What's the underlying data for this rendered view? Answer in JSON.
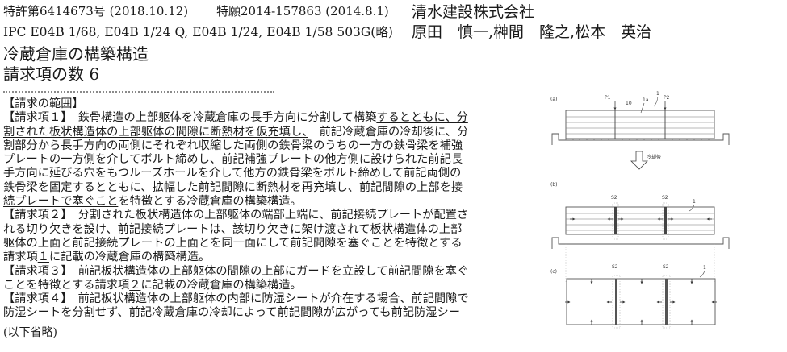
{
  "header": {
    "patent_number": "特許第6414673号 (2018.10.12)",
    "application_number": "特願2014-157863 (2014.8.1)",
    "assignee": "清水建設株式会社",
    "ipc": "IPC E04B 1/68, E04B 1/24 Q, E04B 1/24, E04B 1/58 503G(略)",
    "inventors": "原田　慎一,榊間　隆之,松本　英治",
    "title": "冷蔵倉庫の構築構造",
    "claim_count": "請求項の数 6"
  },
  "claims": {
    "section_heading": "【請求の範囲】",
    "lines": [
      {
        "segments": [
          {
            "text": "【請求項１】　鉄骨構造の上部躯体を冷蔵倉庫の長手方向に分割して構築",
            "u": false
          },
          {
            "text": "するとともに、分",
            "u": true
          }
        ]
      },
      {
        "segments": [
          {
            "text": "割された板状構造体の上部躯体の間隙に断熱材を仮充填し、",
            "u": true
          },
          {
            "text": "　前記冷蔵倉庫の冷却後に、分",
            "u": false
          }
        ]
      },
      {
        "segments": [
          {
            "text": "割部分から長手方向の両側にそれぞれ収縮した両側の鉄骨梁のうちの一方の鉄骨梁を補強",
            "u": false
          }
        ]
      },
      {
        "segments": [
          {
            "text": "プレートの一方側を介してボルト締めし、前記補強プレートの他方側に設けられた前記長",
            "u": false
          }
        ]
      },
      {
        "segments": [
          {
            "text": "手方向に延びる穴をもつルーズホールを介して他方の鉄骨梁をボルト締めして前記両側の",
            "u": false
          }
        ]
      },
      {
        "segments": [
          {
            "text": "鉄骨梁を固定する",
            "u": false
          },
          {
            "text": "とともに、拡幅した前記間隙に断熱材を再充填し、前記間隙の上部を接",
            "u": true
          }
        ]
      },
      {
        "segments": [
          {
            "text": "続プレートで塞ぐこと",
            "u": true
          },
          {
            "text": "を特徴とする冷蔵倉庫の構築構造。",
            "u": false
          }
        ]
      },
      {
        "segments": [
          {
            "text": "【請求項２】　分割された板状構造体の上部躯体の端部上端に、前記接続プレートが配置さ",
            "u": false
          }
        ]
      },
      {
        "segments": [
          {
            "text": "れる切り欠きを設け、前記接続プレートは、該切り欠きに架け渡されて板状構造体の上部",
            "u": false
          }
        ]
      },
      {
        "segments": [
          {
            "text": "躯体の上面と前記接続プレートの上面とを同一面にして前記間隙を塞ぐことを特徴とする",
            "u": false
          }
        ]
      },
      {
        "segments": [
          {
            "text": "請求項",
            "u": false
          },
          {
            "text": "１",
            "u": true
          },
          {
            "text": "に記載の冷蔵倉庫の構築構造。",
            "u": false
          }
        ]
      },
      {
        "segments": [
          {
            "text": "【請求項３】　前記板状構造体の上部躯体の間隙の上部にガードを立設して前記間隙を塞ぐ",
            "u": false
          }
        ]
      },
      {
        "segments": [
          {
            "text": "ことを特徴とする請求項",
            "u": false
          },
          {
            "text": "２",
            "u": true
          },
          {
            "text": "に記載の冷蔵倉庫の構築構造。",
            "u": false
          }
        ]
      },
      {
        "segments": [
          {
            "text": "【請求項４】　前記板状構造体の上部躯体の内部に防湿シートが介在する場合、前記間隙で",
            "u": false
          }
        ]
      },
      {
        "segments": [
          {
            "text": "防湿シートを分割せず、前記冷蔵倉庫の冷却によって前記間隙が広がっても前記防湿シー",
            "u": false
          }
        ]
      }
    ],
    "omitted_note": "(以下省略)"
  },
  "figure": {
    "panel_labels": [
      "(a)",
      "(b)",
      "(c)"
    ],
    "labels_a": {
      "p1": "P1",
      "p2": "P2",
      "ref_10": "10",
      "ref_1a": "1a",
      "ref_1": "1"
    },
    "arrow_label": "冷却後",
    "gap_label": "S2",
    "ref_1": "1",
    "line_color": "#555555"
  }
}
